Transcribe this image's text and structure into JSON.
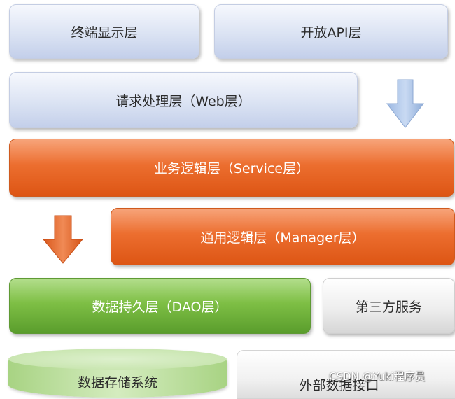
{
  "layers": {
    "terminal_display": "终端显示层",
    "open_api": "开放API层",
    "request_handling": "请求处理层（Web层）",
    "business_logic": "业务逻辑层（Service层）",
    "common_logic": "通用逻辑层（Manager层）",
    "data_persistence": "数据持久层（DAO层）",
    "third_party": "第三方服务",
    "data_storage": "数据存储系统",
    "external_interface": "外部数据接口"
  },
  "watermark": "CSDN @Yuki程序员",
  "colors": {
    "blue_layer": "#dbe3f3",
    "orange_layer": "#ec6e2f",
    "green_layer": "#7ebf45",
    "gray_layer": "#eeeeee",
    "down_arrow_blue": "#a9c3e8",
    "down_arrow_orange": "#e5672a"
  },
  "icons": {
    "right_arrow": "down-arrow-icon",
    "left_arrow": "down-arrow-icon"
  }
}
